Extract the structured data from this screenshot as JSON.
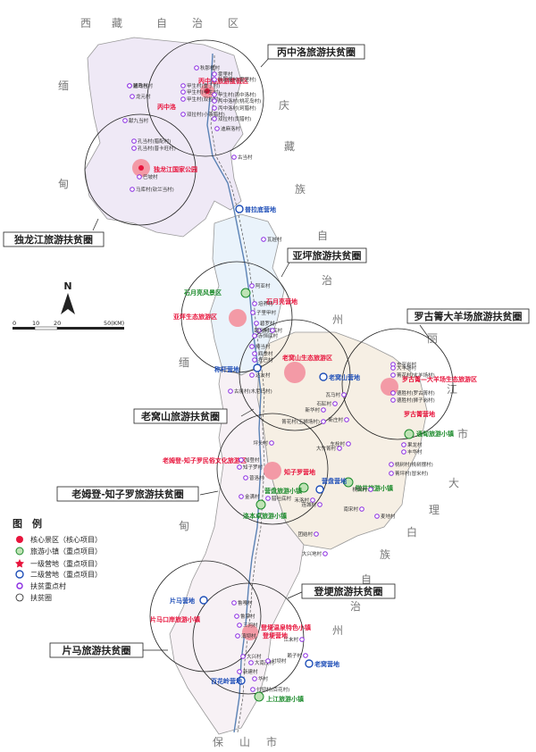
{
  "region_labels": {
    "tibet": [
      "西",
      "藏",
      "自",
      "治",
      "区"
    ],
    "myanmar": [
      "缅",
      "甸"
    ],
    "myanmar2": [
      "缅",
      "甸"
    ],
    "diqing": [
      "庆",
      "藏",
      "族",
      "自",
      "治",
      "州"
    ],
    "dali": [
      "大",
      "理",
      "白",
      "族",
      "自",
      "治",
      "州"
    ],
    "lijiang": [
      "丽",
      "江",
      "市"
    ],
    "baoshan": [
      "保",
      "山",
      "市"
    ]
  },
  "circles": [
    {
      "id": "bingzhongluo",
      "title": "丙中洛旅游扶贫圈"
    },
    {
      "id": "dulongjiang",
      "title": "独龙江旅游扶贫圈"
    },
    {
      "id": "yaping",
      "title": "亚坪旅游扶贫圈"
    },
    {
      "id": "luoguqing",
      "title": "罗古箐大羊场旅游扶贫圈"
    },
    {
      "id": "laowoshan",
      "title": "老窝山旅游扶贫圈"
    },
    {
      "id": "laomudeng",
      "title": "老姆登-知子罗旅游扶贫圈"
    },
    {
      "id": "dengeng",
      "title": "登埂旅游扶贫圈"
    },
    {
      "id": "pianma",
      "title": "片马旅游扶贫圈"
    }
  ],
  "sites": {
    "red": [
      "丙中洛旅游度假区",
      "丙中洛",
      "独龙江国家公园",
      "石月亮营地",
      "亚坪生态旅游区",
      "老窝山生态旅游区",
      "罗古箐—大羊场生态旅游区",
      "罗古箐营地",
      "老姆登-知子罗民俗文化旅游区",
      "知子罗营地",
      "片马口岸旅游小镇",
      "登埂温泉特色小镇",
      "登埂营地"
    ],
    "green": [
      "石月亮风景区",
      "通甸旅游小镇",
      "营盘旅游小镇",
      "啦井旅游小镇",
      "洛本卓旅游小镇",
      "上江旅游小镇"
    ],
    "blue": [
      "普拉底营地",
      "称杆营地",
      "老窝山营地",
      "营盘营地",
      "片马营地",
      "老窝营地",
      "百花岭营地"
    ]
  },
  "villages": [
    "迪政当村",
    "龙元村",
    "献九当村",
    "孔当村(腊配村)",
    "孔当村(普卡旺村)",
    "巴坡村",
    "马库村(钦兰当村)",
    "秋那桶村",
    "雾里村",
    "甲生村(重丁村)",
    "甲生村(甲生村)",
    "甲生村(双拉村)",
    "双拉村(小茶腊村)",
    "丙中洛村(桃花岛村)",
    "丙中洛村(珂腊村)",
    "双拉村(贡腊村)",
    "秋那桶村(雾里村)",
    "甲生村(丙中洛村)",
    "迪麻洛村",
    "古当村",
    "瓦娃村",
    "阿亚村",
    "培养村",
    "子里甲村",
    "赤恒底村",
    "捧当村",
    "四季村",
    "托巴村",
    "达友村",
    "古泉村(木尼玛村)",
    "赤恒底村",
    "跑马村",
    "碧罗村",
    "瓦马村",
    "石缸村",
    "新华村",
    "新庄村",
    "东至岩村",
    "大羊场村",
    "菁花村(大羊场村)",
    "德胜村(狮子岗村)",
    "德胜村(罗古箐村)",
    "箐花村(玉狮场村)",
    "车栓村",
    "大竹箐村",
    "果龙村",
    "丰华村",
    "坪头村",
    "加登村",
    "知子罗村",
    "普洛村",
    "金满村",
    "腊吐底村",
    "桃树村(桃树摆村)",
    "菁坪村(冒米村)",
    "桃树村",
    "禾洛村",
    "南宋村",
    "连城村",
    "麦地村",
    "团结村",
    "大兴地村",
    "鲁嘎村",
    "鲁掌村",
    "三河村",
    "滇坝村",
    "大兴村",
    "江末村",
    "大南茂村",
    "赖子村",
    "新建村",
    "华村",
    "付坝村(百花村)",
    "付坝村",
    "腊乌村"
  ],
  "legend": {
    "title": "图　例",
    "items": [
      "核心景区（核心项目）",
      "旅游小镇（重点项目）",
      "一级营地（重点项目）",
      "二级营地（重点项目）",
      "扶贫重点村",
      "扶贫圈"
    ]
  },
  "scale": {
    "north": "N",
    "ticks": [
      "0",
      "10",
      "20",
      "50(KM)"
    ]
  },
  "colors": {
    "red": "#e8143c",
    "green": "#1a8a2a",
    "blue": "#1f4fb8",
    "purple": "#8a2be2",
    "circle": "#222222",
    "map_fill": "#efe9f6",
    "map_fill2": "#eaf3fb",
    "river": "#5b82b5"
  }
}
